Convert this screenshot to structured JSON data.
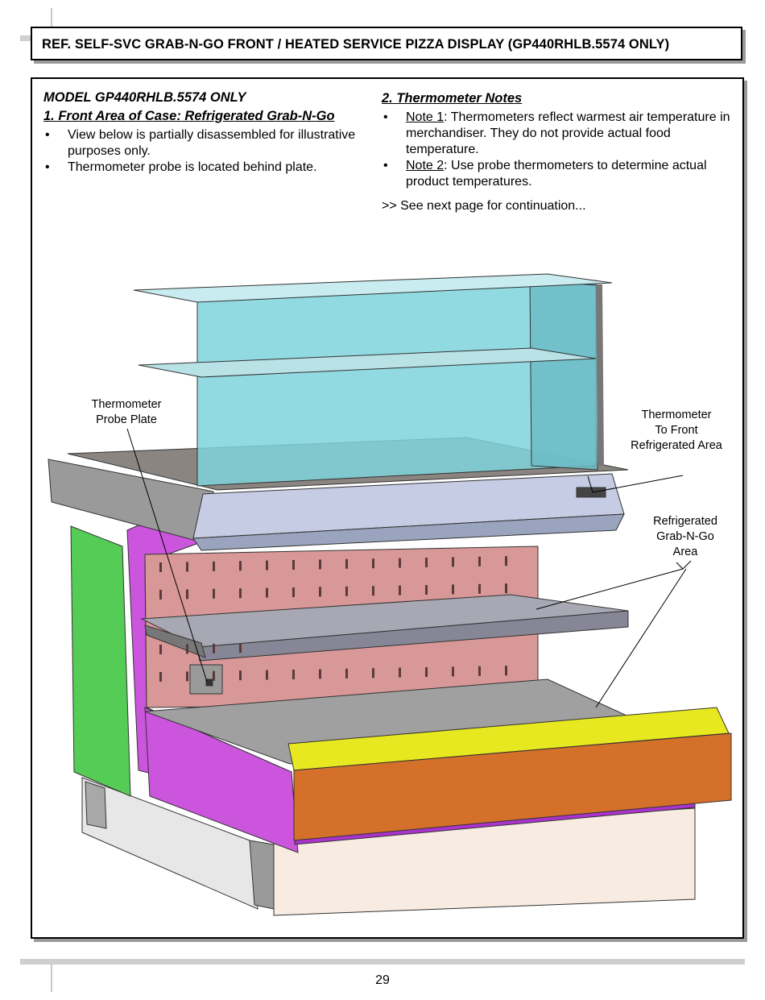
{
  "header": {
    "title": "REF. SELF-SVC GRAB-N-GO FRONT / HEATED SERVICE PIZZA DISPLAY (GP440RHLB.5574 ONLY)"
  },
  "left_column": {
    "model_heading": "MODEL GP440RHLB.5574 ONLY",
    "section_heading": "1. Front Area of Case: Refrigerated Grab-N-Go",
    "bullets": [
      "View below is partially disassembled for illustrative purposes only.",
      "Thermometer probe is located behind plate."
    ]
  },
  "right_column": {
    "section_heading": "2. Thermometer Notes",
    "notes": [
      {
        "label": "Note 1",
        "text": ": Thermometers reflect warmest air temperature in merchandiser.  They do not provide actual food temperature."
      },
      {
        "label": "Note 2",
        "text": ": Use probe thermometers to determine actual product temperatures."
      }
    ],
    "continuation": ">> See next page for continuation..."
  },
  "diagram": {
    "callouts": {
      "probe_plate": [
        "Thermometer",
        "Probe Plate"
      ],
      "front_thermometer": [
        "Thermometer",
        "To Front",
        "Refrigerated Area"
      ],
      "grab_n_go": [
        "Refrigerated",
        "Grab-N-Go",
        "Area"
      ]
    },
    "colors": {
      "glass": "#7fd3dc",
      "granite": "#8a8580",
      "pink_back": "#d89898",
      "magenta_frame": "#cc55dd",
      "green_panel": "#55cc55",
      "yellow_rail": "#e8e820",
      "orange_panel": "#d4702a",
      "cream_base": "#f8ece2",
      "steel": "#a8a8b4"
    }
  },
  "page_number": "29"
}
